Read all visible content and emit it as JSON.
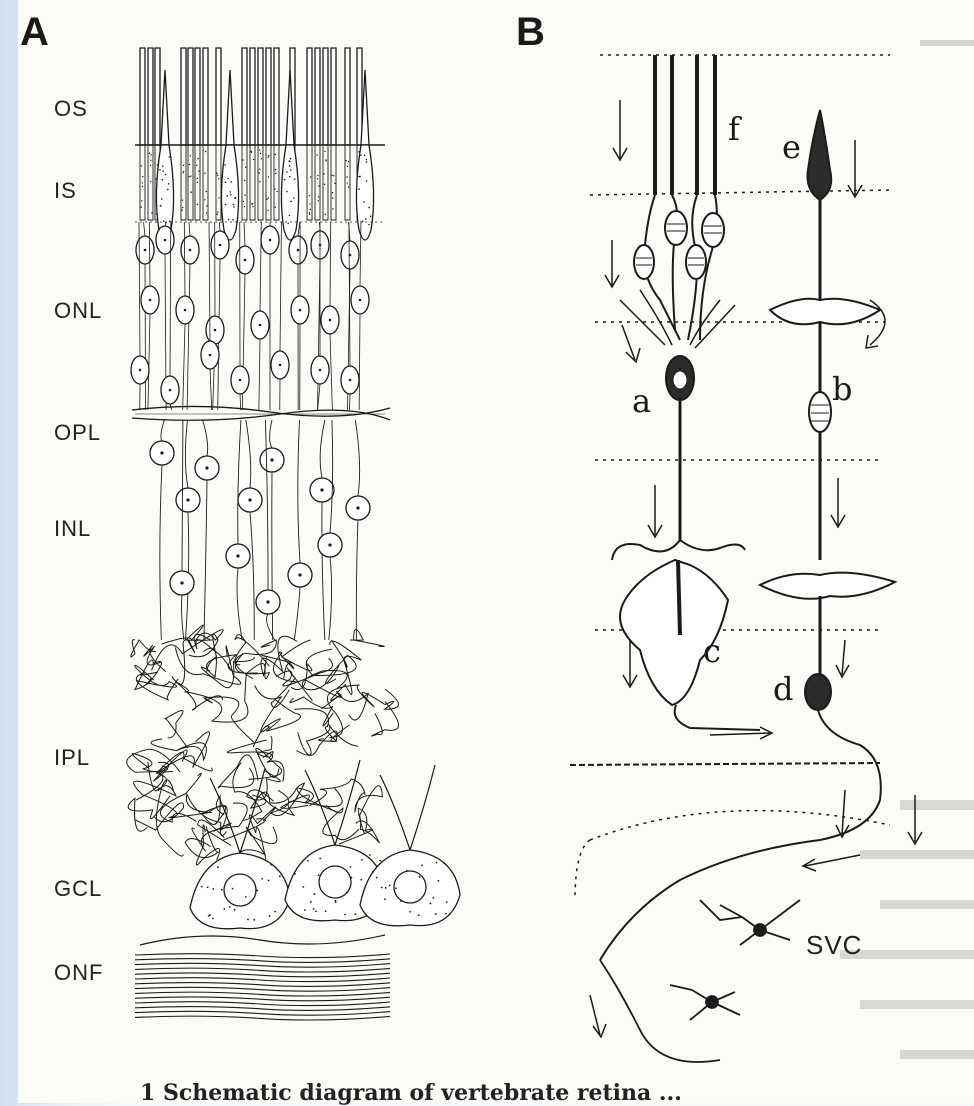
{
  "panel_a": {
    "letter": "A",
    "layers": [
      "OS",
      "IS",
      "ONL",
      "OPL",
      "INL",
      "IPL",
      "GCL",
      "ONF"
    ]
  },
  "panel_b": {
    "letter": "B",
    "cell_labels": {
      "a": "a",
      "b": "b",
      "c": "c",
      "d": "d",
      "e": "e",
      "f": "f"
    },
    "svc_label": "SVC"
  },
  "caption": "1 Schematic diagram of vertebrate retina ..."
}
